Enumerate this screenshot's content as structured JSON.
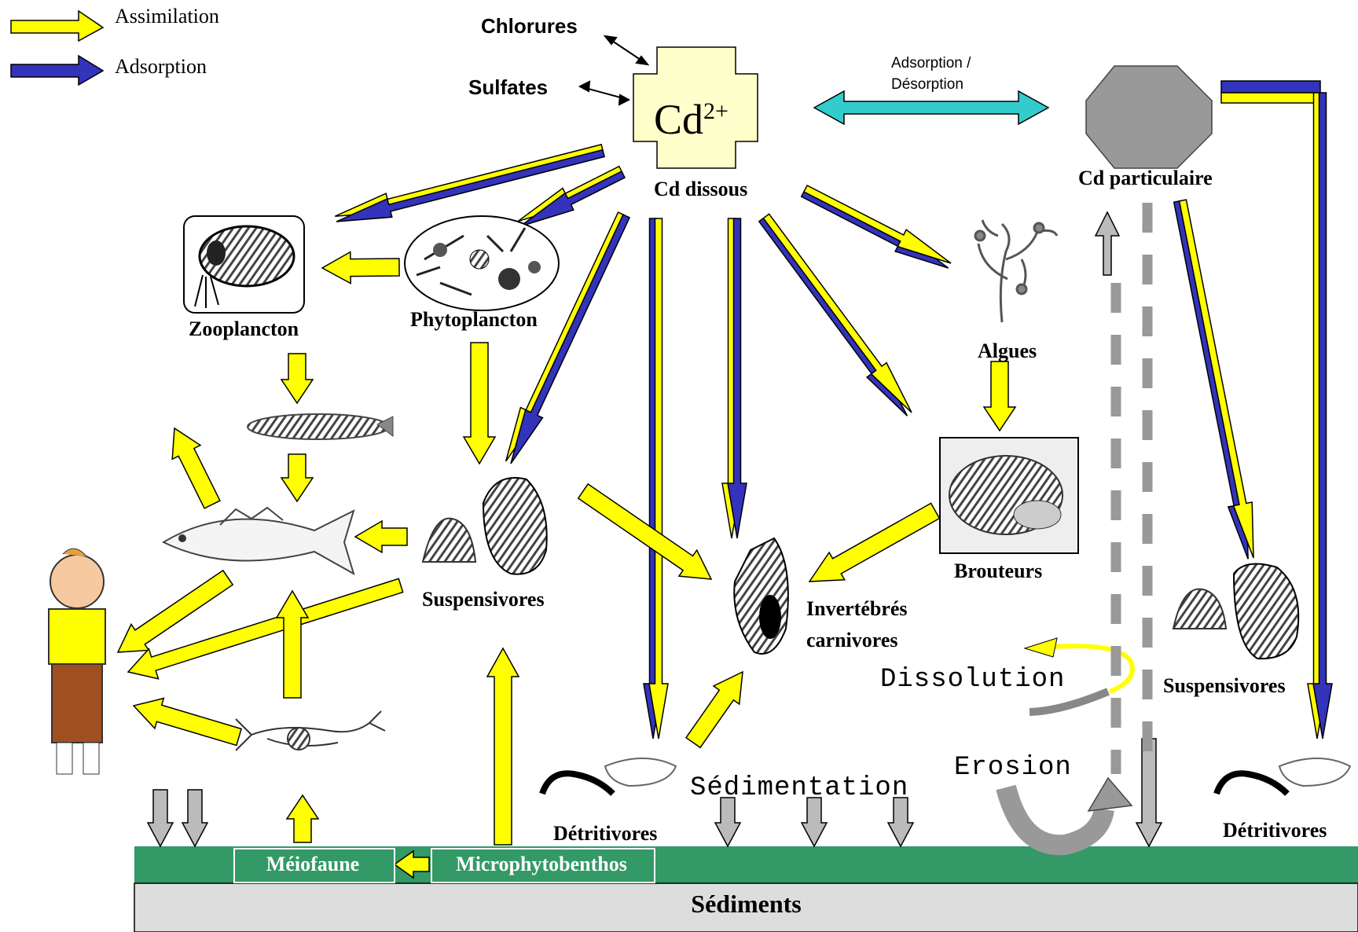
{
  "legend": {
    "assimilation": "Assimilation",
    "adsorption": "Adsorption",
    "assimilation_color": "#ffff00",
    "adsorption_color": "#3333bb"
  },
  "species": {
    "cd_ion": "Cd",
    "cd_charge": "2+",
    "chlorures": "Chlorures",
    "sulfates": "Sulfates",
    "cd_dissous": "Cd dissous",
    "cd_particulaire": "Cd particulaire",
    "adsorption_desorption_1": "Adsorption /",
    "adsorption_desorption_2": "Désorption"
  },
  "organisms": {
    "zooplancton": "Zooplancton",
    "phytoplancton": "Phytoplancton",
    "algues": "Algues",
    "brouteurs": "Brouteurs",
    "suspensivores_left": "Suspensivores",
    "suspensivores_right": "Suspensivores",
    "invertebres_1": "Invertébrés",
    "invertebres_2": "carnivores",
    "detritivores_left": "Détritivores",
    "detritivores_right": "Détritivores",
    "meiofaune": "Méiofaune",
    "microphytobenthos": "Microphytobenthos"
  },
  "processes": {
    "dissolution": "Dissolution",
    "sedimentation": "Sédimentation",
    "erosion": "Erosion"
  },
  "sediments": {
    "label": "Sédiments",
    "surface_color": "#339966",
    "bed_color": "#dddddd"
  },
  "colors": {
    "cd_box": "#ffffcc",
    "particulate": "#999999",
    "exchange_arrow": "#33cccc"
  }
}
